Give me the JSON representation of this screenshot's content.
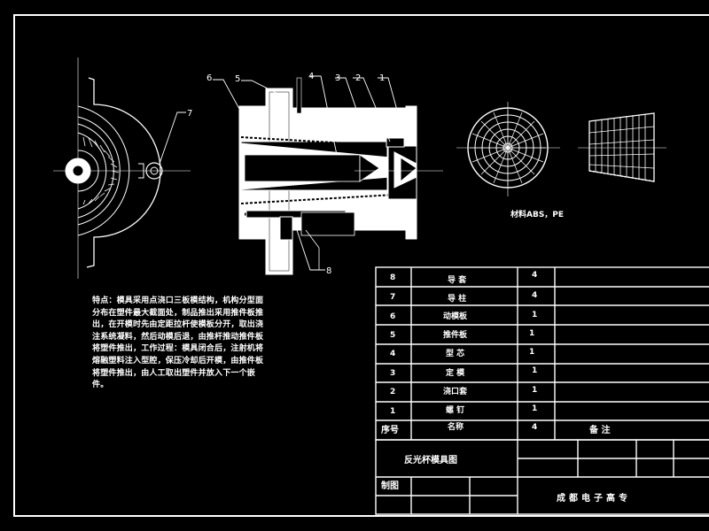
{
  "callouts": [
    "6",
    "5",
    "4",
    "3",
    "2",
    "1",
    "7",
    "8"
  ],
  "material_label": "材料ABS，PE",
  "notes_text": "特点：模具采用点浇口三板模结构，机构分型面分布在塑件最大截面处，制品推出采用推件板推出，在开模时先由定距拉杆使模板分开，取出浇注系统凝料，然后动模后退，由推杆推动推件板将塑件推出，工作过程：模具闭合后，注射机将熔融塑料注入型腔，保压冷却后开模，由推件板将塑件推出，由人工取出塑件并放入下一个嵌件。",
  "bom": {
    "rows": [
      {
        "no": "8",
        "name": "导  套",
        "qty": "4"
      },
      {
        "no": "7",
        "name": "导  柱",
        "qty": "4"
      },
      {
        "no": "6",
        "name": "动模板",
        "qty": "1"
      },
      {
        "no": "5",
        "name": "推件板",
        "qty": "1"
      },
      {
        "no": "4",
        "name": "型  芯",
        "qty": "1"
      },
      {
        "no": "3",
        "name": "定  模",
        "qty": "1"
      },
      {
        "no": "2",
        "name": "浇口套",
        "qty": "1"
      },
      {
        "no": "1",
        "name": "螺  钉",
        "qty": "1"
      }
    ],
    "header": {
      "no": "序号",
      "name": "名称",
      "qty": "4",
      "remark": "备  注"
    }
  },
  "title_block": {
    "drawing_title": "反光杯模具图",
    "drawn_label": "制图",
    "school": "成都电子高专"
  }
}
